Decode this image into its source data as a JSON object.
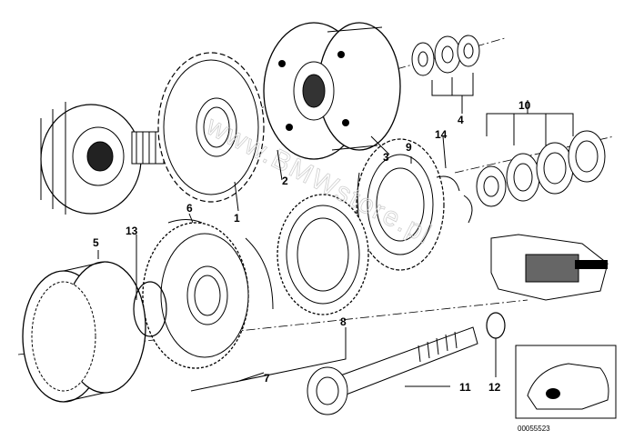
{
  "diagram": {
    "callouts": {
      "c1": "1",
      "c2": "2",
      "c3": "3",
      "c4": "4",
      "c5": "5",
      "c6": "6",
      "c7": "7",
      "c8": "8",
      "c9": "9",
      "c10": "10",
      "c11": "11",
      "c12": "12",
      "c13": "13",
      "c14": "14"
    },
    "watermark": "www.BMWstore.pl",
    "part_number": "00055523"
  }
}
